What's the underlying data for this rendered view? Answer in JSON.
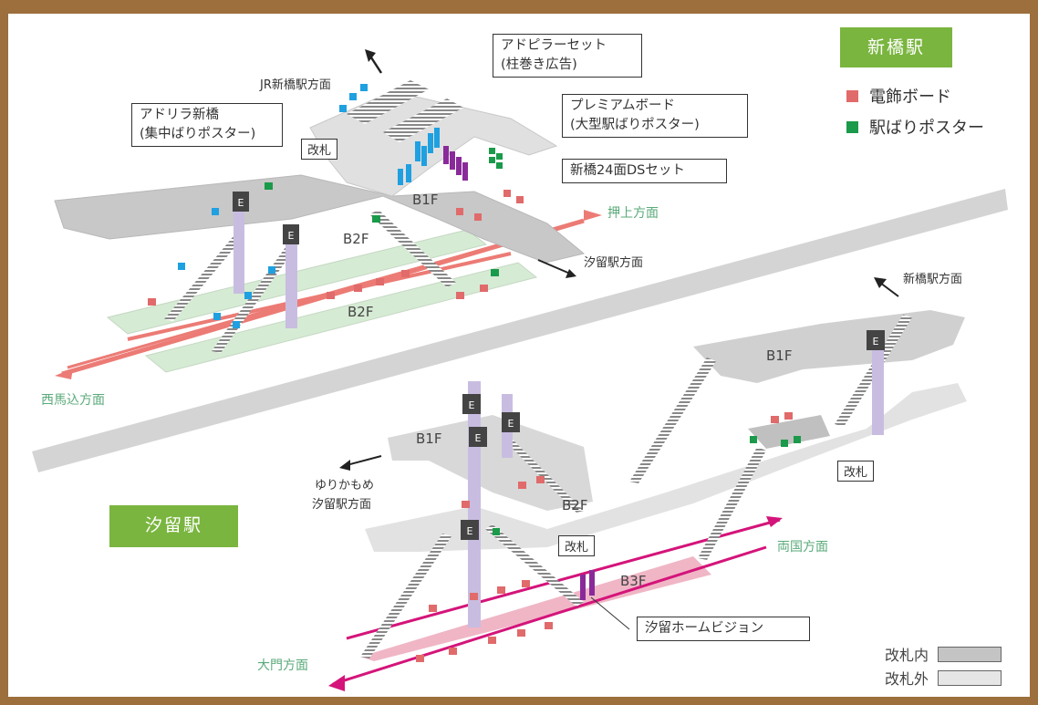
{
  "stations": {
    "shimbashi": "新橋駅",
    "shiodome": "汐留駅"
  },
  "legend": {
    "denshoku_board": "電飾ボード",
    "ekibari_poster": "駅ばりポスター",
    "colors": {
      "denshoku": "#e16a6a",
      "ekibari": "#1a9a4a",
      "column": "#1fa0e0",
      "purple": "#8a2a9a"
    }
  },
  "gate_legend": {
    "inside": "改札内",
    "outside": "改札外"
  },
  "callouts": {
    "adpillar": [
      "アドピラーセット",
      "(柱巻き広告)"
    ],
    "premium": [
      "プレミアムボード",
      "(大型駅ばりポスター)"
    ],
    "ds24": "新橋24面DSセット",
    "adrira": [
      "アドリラ新橋",
      "(集中ばりポスター)"
    ],
    "homevision": "汐留ホームビジョン"
  },
  "gates": {
    "shimbashi_gate": "改札",
    "shiodome_gate_right": "改札",
    "shiodome_gate_center": "改札"
  },
  "floors": {
    "shimbashi_b1f": "B1F",
    "shimbashi_b2f_upper": "B2F",
    "shimbashi_b2f_lower": "B2F",
    "shiodome_b1f_left": "B1F",
    "shiodome_b1f_right": "B1F",
    "shiodome_b2f": "B2F",
    "shiodome_b3f": "B3F"
  },
  "directions": {
    "jr_shimbashi": "JR新橋駅方面",
    "oshiage": "押上方面",
    "shiodome_station": "汐留駅方面",
    "nishimagome": "西馬込方面",
    "shimbashi_station": "新橋駅方面",
    "yurikamome_line1": "ゆりかもめ",
    "yurikamome_line2": "汐留駅方面",
    "ryogoku": "両国方面",
    "daimon": "大門方面"
  },
  "elevator_label": "E"
}
